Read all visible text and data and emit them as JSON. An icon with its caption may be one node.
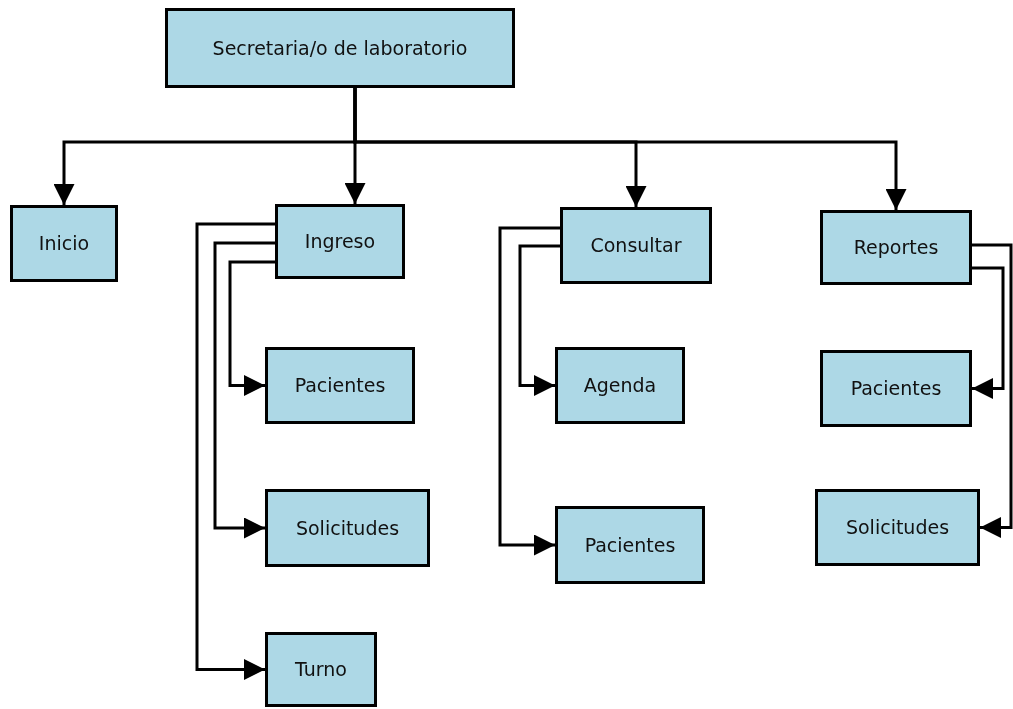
{
  "diagram": {
    "nodes": [
      {
        "text": [
          "Secretaria/o de laboratorio"
        ]
      },
      {
        "text": [
          "Inicio"
        ]
      },
      {
        "text": [
          "Ingreso"
        ]
      },
      {
        "text": [
          "Pacientes"
        ]
      },
      {
        "text": [
          "Solicitudes"
        ]
      },
      {
        "text": [
          "Turno"
        ]
      },
      {
        "text": [
          "Consultar"
        ]
      },
      {
        "text": [
          "Agenda"
        ]
      },
      {
        "text": [
          "Pacientes"
        ]
      },
      {
        "text": [
          "Reportes"
        ]
      },
      {
        "text": [
          "Pacientes"
        ]
      },
      {
        "text": [
          "Solicitudes"
        ]
      }
    ],
    "edges": [
      {
        "from": 0,
        "to": 1,
        "arrow": "to"
      },
      {
        "from": 0,
        "to": 2,
        "arrow": "to"
      },
      {
        "from": 0,
        "to": 6,
        "arrow": "to"
      },
      {
        "from": 0,
        "to": 9,
        "arrow": "to"
      },
      {
        "from": 2,
        "to": 3,
        "arrow": "to"
      },
      {
        "from": 2,
        "to": 4,
        "arrow": "to"
      },
      {
        "from": 2,
        "to": 5,
        "arrow": "to"
      },
      {
        "from": 6,
        "to": 7,
        "arrow": "to"
      },
      {
        "from": 6,
        "to": 8,
        "arrow": "to"
      },
      {
        "from": 9,
        "to": 10,
        "arrow": "to"
      },
      {
        "from": 9,
        "to": 11,
        "arrow": "to"
      }
    ]
  }
}
